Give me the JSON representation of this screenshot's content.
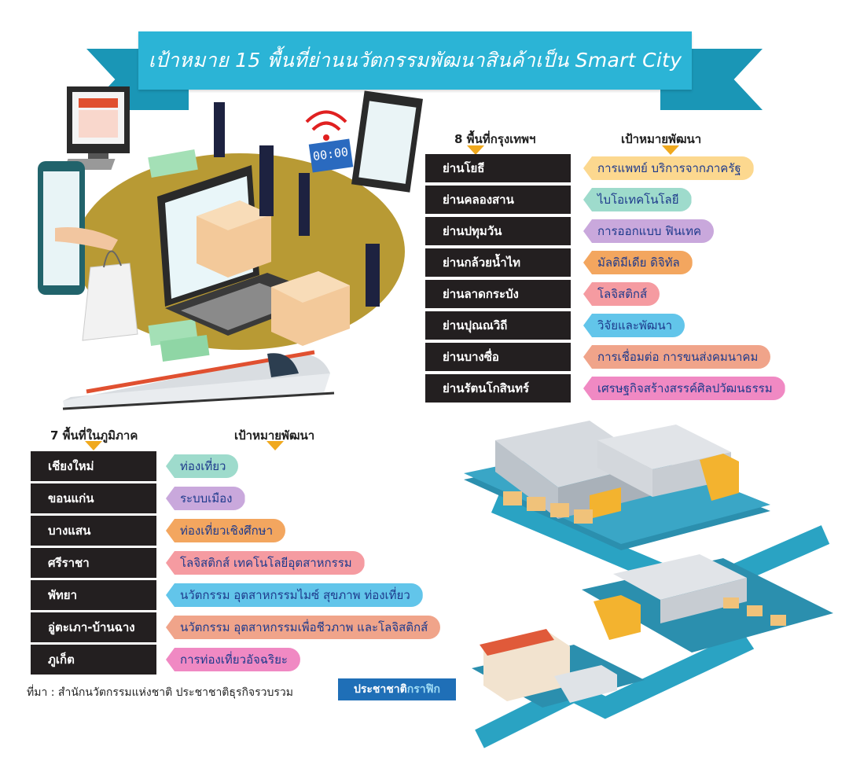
{
  "title": "เป้าหมาย 15 พื้นที่ย่านนวัตกรรมพัฒนาสินค้าเป็น Smart City",
  "bangkok": {
    "header_left": "8 พื้นที่กรุงเทพฯ",
    "header_right": "เป้าหมายพัฒนา",
    "rows": [
      {
        "name": "ย่านโยธี",
        "goal": "การแพทย์ บริการจากภาครัฐ",
        "color": "#fcd88f"
      },
      {
        "name": "ย่านคลองสาน",
        "goal": "ไบโอเทคโนโลยี",
        "color": "#9edbcc"
      },
      {
        "name": "ย่านปทุมวัน",
        "goal": "การออกแบบ ฟินเทค",
        "color": "#c9a8dc"
      },
      {
        "name": "ย่านกล้วยน้ำไท",
        "goal": "มัลติมีเดีย ดิจิทัล",
        "color": "#f3a65f"
      },
      {
        "name": "ย่านลาดกระบัง",
        "goal": "โลจิสติกส์",
        "color": "#f59ba1"
      },
      {
        "name": "ย่านปุณณวิถี",
        "goal": "วิจัยและพัฒนา",
        "color": "#62c5ea"
      },
      {
        "name": "ย่านบางซื่อ",
        "goal": "การเชื่อมต่อ การขนส่งคมนาคม",
        "color": "#f0a48a"
      },
      {
        "name": "ย่านรัตนโกสินทร์",
        "goal": "เศรษฐกิจสร้างสรรค์ศิลปวัฒนธรรม",
        "color": "#f089c3"
      }
    ]
  },
  "regional": {
    "header_left": "7 พื้นที่ในภูมิภาค",
    "header_right": "เป้าหมายพัฒนา",
    "rows": [
      {
        "name": "เชียงใหม่",
        "goal": "ท่องเที่ยว",
        "color": "#9edbcc"
      },
      {
        "name": "ขอนแก่น",
        "goal": "ระบบเมือง",
        "color": "#c9a8dc"
      },
      {
        "name": "บางแสน",
        "goal": "ท่องเที่ยวเชิงศึกษา",
        "color": "#f3a65f"
      },
      {
        "name": "ศรีราชา",
        "goal": "โลจิสติกส์ เทคโนโลยีอุตสาหกรรม",
        "color": "#f59ba1"
      },
      {
        "name": "พัทยา",
        "goal": "นวัตกรรม อุตสาหกรรมไมซ์ สุขภาพ ท่องเที่ยว",
        "color": "#62c5ea"
      },
      {
        "name": "อู่ตะเภา-บ้านฉาง",
        "goal": "นวัตกรรม อุตสาหกรรมเพื่อชีวภาพ และโลจิสติกส์",
        "color": "#f0a48a"
      },
      {
        "name": "ภูเก็ต",
        "goal": "การท่องเที่ยวอัจฉริยะ",
        "color": "#f089c3"
      }
    ]
  },
  "source": "ที่มา : สำนักนวัตกรรมแห่งชาติ ประชาชาติธุรกิจรวบรวม",
  "brand": {
    "part1": "ประชาชาติ",
    "part2": "กราฟิก"
  },
  "display_digits": "00:00",
  "colors": {
    "banner": "#2bb4d6",
    "banner_dark": "#1a96b6",
    "name_box": "#231f20",
    "pointer": "#f0a91e"
  }
}
